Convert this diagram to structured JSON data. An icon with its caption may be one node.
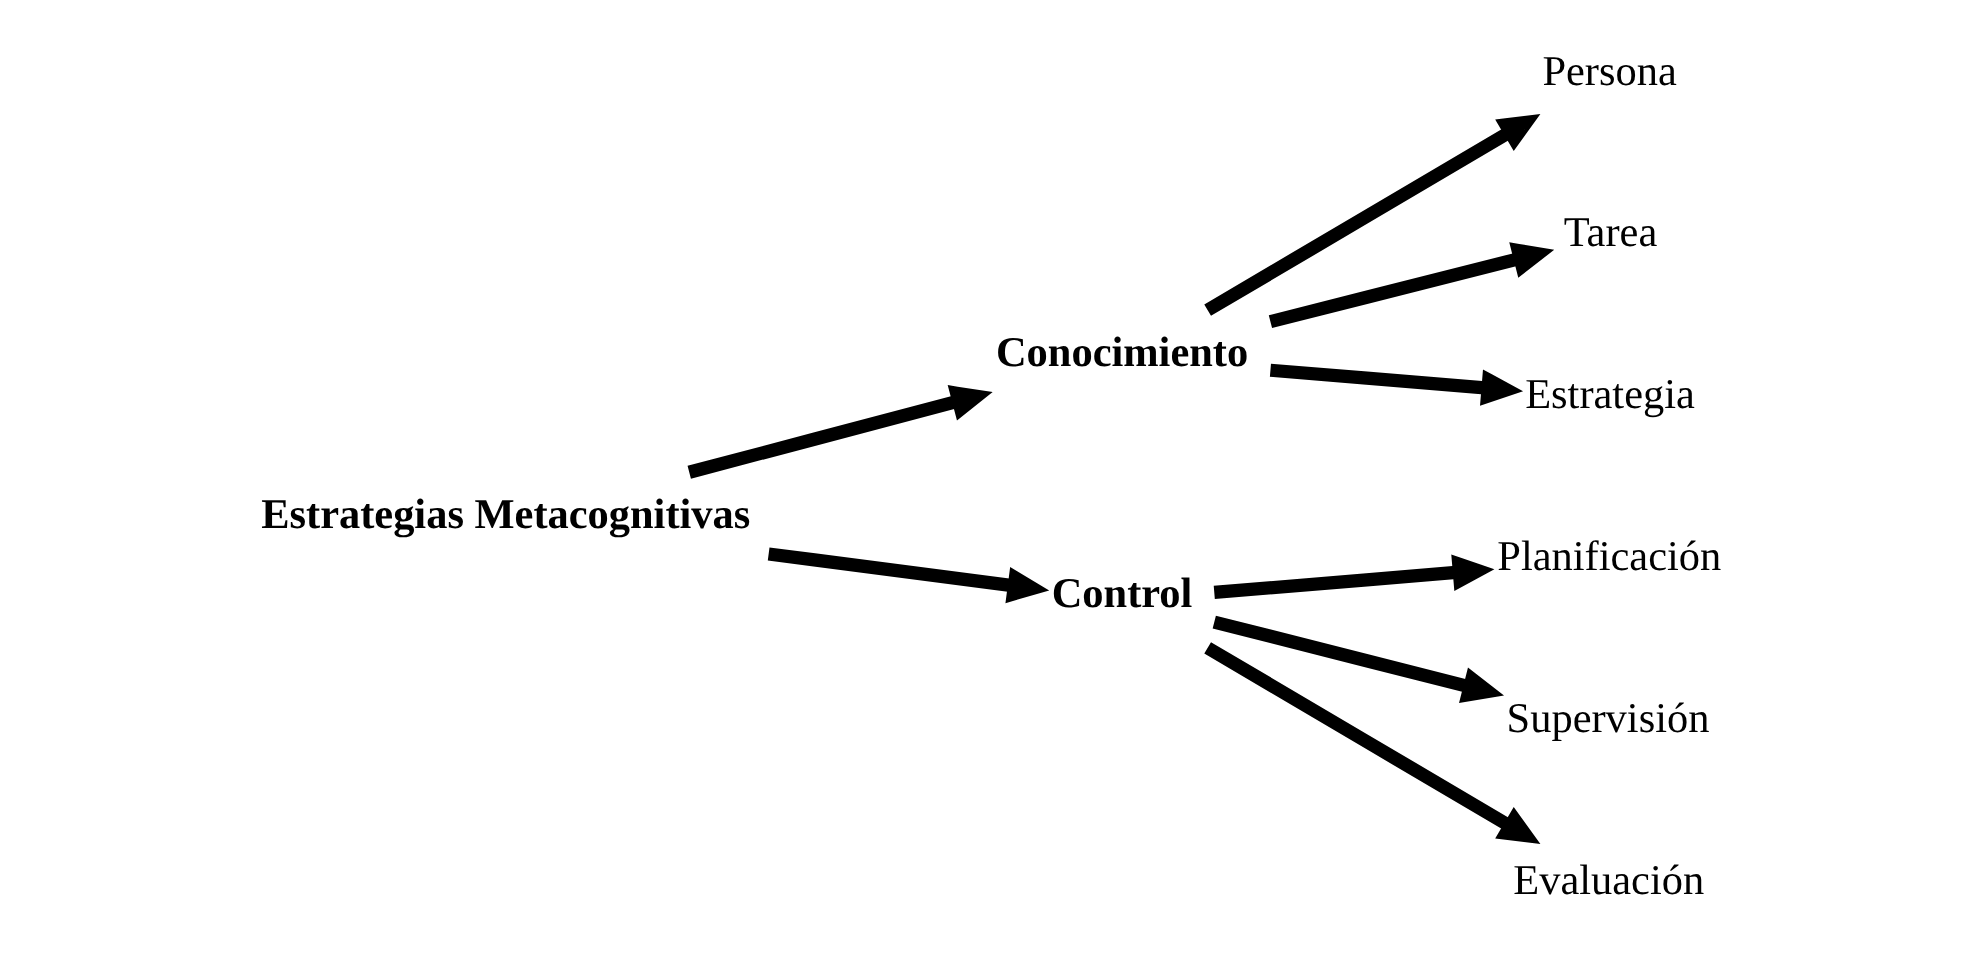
{
  "diagram": {
    "nodes": [
      {
        "text": [
          "Estrategias Metacognitivas"
        ]
      },
      {
        "text": [
          "Conocimiento"
        ]
      },
      {
        "text": [
          "Persona"
        ]
      },
      {
        "text": [
          "Tarea"
        ]
      },
      {
        "text": [
          "Estrategia"
        ]
      },
      {
        "text": [
          "Control"
        ]
      },
      {
        "text": [
          "Planificación"
        ]
      },
      {
        "text": [
          "Supervisión"
        ]
      },
      {
        "text": [
          "Evaluación"
        ]
      }
    ],
    "edges": [
      {
        "from": 0,
        "to": 1,
        "arrow": "to"
      },
      {
        "from": 0,
        "to": 5,
        "arrow": "to"
      },
      {
        "from": 1,
        "to": 2,
        "arrow": "to"
      },
      {
        "from": 1,
        "to": 3,
        "arrow": "to"
      },
      {
        "from": 1,
        "to": 4,
        "arrow": "to"
      },
      {
        "from": 5,
        "to": 6,
        "arrow": "to"
      },
      {
        "from": 5,
        "to": 7,
        "arrow": "to"
      },
      {
        "from": 5,
        "to": 8,
        "arrow": "to"
      }
    ]
  }
}
